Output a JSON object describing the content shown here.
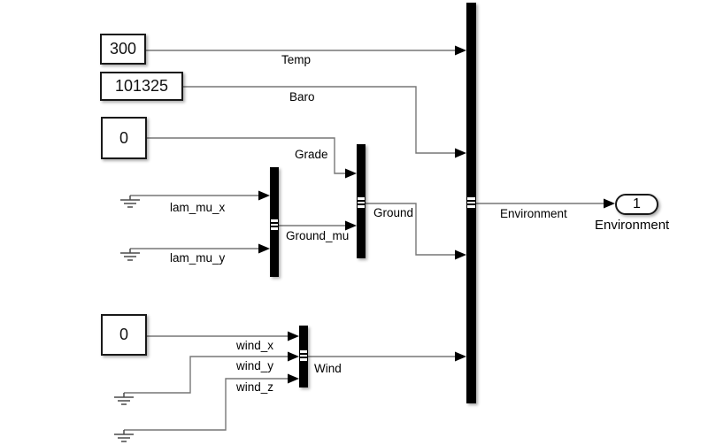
{
  "blocks": {
    "const_300": "300",
    "const_101325": "101325",
    "const_grade_0": "0",
    "const_wind_0": "0",
    "outport_number": "1",
    "outport_name": "Environment"
  },
  "signals": {
    "temp": "Temp",
    "baro": "Baro",
    "grade": "Grade",
    "lam_mu_x": "lam_mu_x",
    "lam_mu_y": "lam_mu_y",
    "ground_mu": "Ground_mu",
    "ground": "Ground",
    "wind_x": "wind_x",
    "wind_y": "wind_y",
    "wind_z": "wind_z",
    "wind": "Wind",
    "environment": "Environment"
  },
  "colors": {
    "background": "#ffffff",
    "wire": "#777777",
    "block_fill": "#ffffff",
    "block_border": "#000000",
    "mux_fill": "#000000",
    "text": "#000000"
  }
}
